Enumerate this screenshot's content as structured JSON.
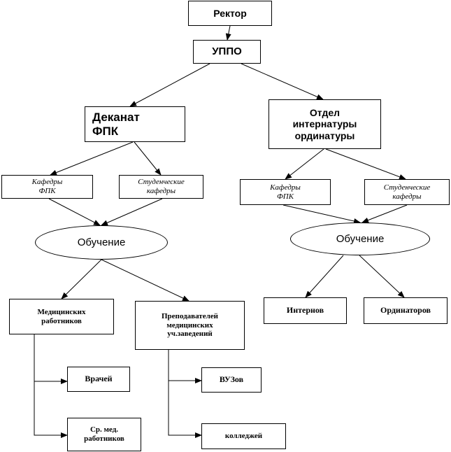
{
  "nodes": {
    "rector": "Ректор",
    "uppo": "УППО",
    "dekanat": "Деканат\nФПК",
    "otdel": "Отдел\nинтернатуры\nординатуры",
    "kafedry_left": "Кафедры\nФПК",
    "stud_left": "Студенческие\nкафедры",
    "kafedry_right": "Кафедры\nФПК",
    "stud_right": "Студенческие\nкафедры",
    "obuch_left": "Обучение",
    "obuch_right": "Обучение",
    "med_workers": "Медицинских\nработников",
    "teachers": "Преподавателей\nмедицинских\nуч.заведений",
    "internov": "Интернов",
    "ordinatorov": "Ординаторов",
    "vrachey": "Врачей",
    "sr_med": "Ср. мед.\nработников",
    "vuzov": "ВУЗов",
    "kolledzhey": "колледжей"
  }
}
